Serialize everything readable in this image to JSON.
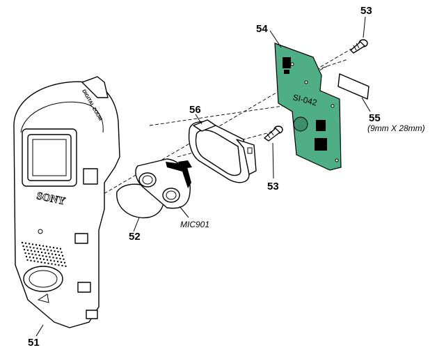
{
  "labels": {
    "p51": "51",
    "p52": "52",
    "p53a": "53",
    "p53b": "53",
    "p54": "54",
    "p55": "55",
    "p55_size": "(9mm X 28mm)",
    "p56": "56",
    "mic": "MIC901"
  },
  "product_text": {
    "logo": "SONY",
    "board_code": "SI-042",
    "zoom_text": "DIGITAL ZOOM"
  },
  "colors": {
    "board": "#4fae86",
    "line": "#000000"
  }
}
